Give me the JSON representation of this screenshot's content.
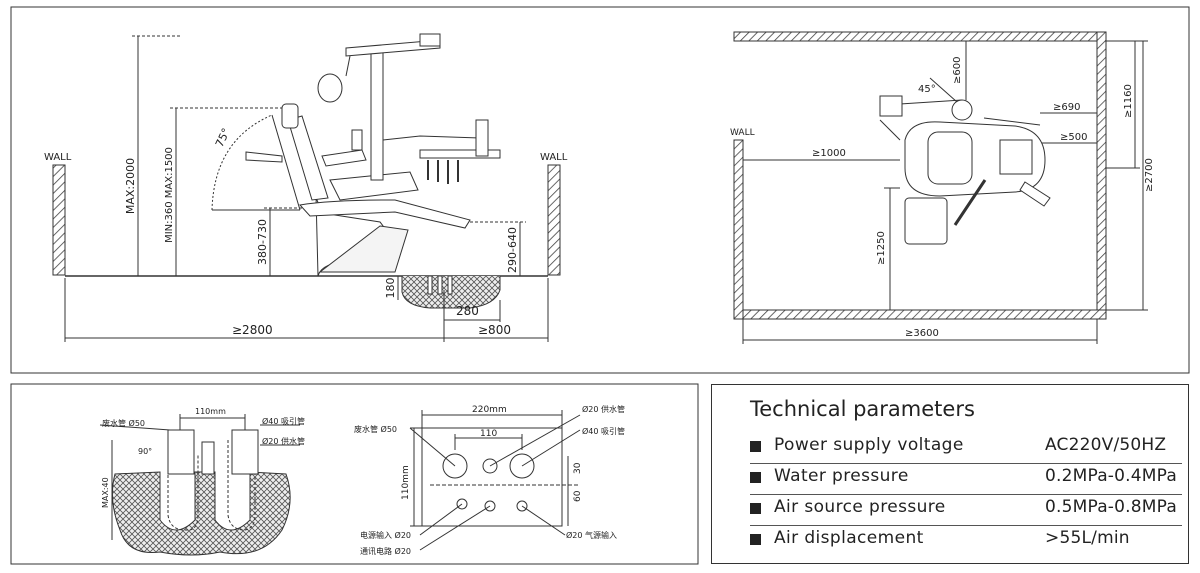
{
  "side_view": {
    "wall_left": "WALL",
    "wall_right": "WALL",
    "max_2000": "MAX:2000",
    "min_360_max_1500": "MIN:360 MAX:1500",
    "angle_75": "75°",
    "h_380_730": "380-730",
    "h_290_640": "290-640",
    "d_180": "180",
    "d_280": "280",
    "d_2800": "≥2800",
    "d_800": "≥800"
  },
  "plan_view": {
    "wall": "WALL",
    "d_600": "≥600",
    "angle_45": "45°",
    "d_690": "≥690",
    "d_500": "≥500",
    "d_1000": "≥1000",
    "d_1250": "≥1250",
    "d_1160": "≥1160",
    "d_2700": "≥2700",
    "d_3600": "≥3600"
  },
  "section_left": {
    "waste_pipe": "废水管 Ø50",
    "width_110mm": "110mm",
    "suction_pipe": "Ø40 吸引管",
    "supply_pipe": "Ø20 供水管",
    "angle_90": "90°",
    "max_40": "MAX:40"
  },
  "section_center": {
    "width_220mm": "220mm",
    "supply_pipe": "Ø20 供水管",
    "waste_pipe": "废水管 Ø50",
    "width_110": "110",
    "suction_pipe": "Ø40 吸引管",
    "height_110mm": "110mm",
    "h_30": "30",
    "h_60": "60",
    "power_input": "电源输入 Ø20",
    "comm_circuit": "通讯电路 Ø20",
    "air_input": "Ø20 气源输入"
  },
  "technical": {
    "title": "Technical parameters",
    "rows": [
      {
        "label": "Power supply voltage",
        "value": "AC220V/50HZ"
      },
      {
        "label": "Water pressure",
        "value": "0.2MPa-0.4MPa"
      },
      {
        "label": "Air source pressure",
        "value": "0.5MPa-0.8MPa"
      },
      {
        "label": "Air displacement",
        "value": ">55L/min"
      }
    ]
  }
}
